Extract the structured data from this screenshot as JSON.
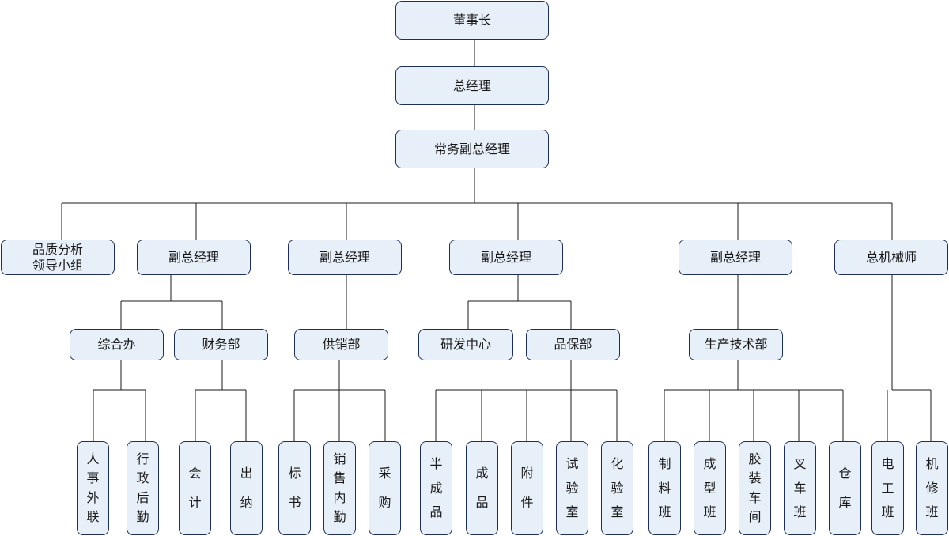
{
  "nodes": {
    "chairman": "董事长",
    "gm": "总经理",
    "exec_vgm": "常务副总经理",
    "quality_group": [
      "品质分析",
      "领导小组"
    ],
    "vgm1": "副总经理",
    "vgm2": "副总经理",
    "vgm3": "副总经理",
    "vgm4": "副总经理",
    "chief_mech": "总机械师",
    "general_office": "综合办",
    "finance": "财务部",
    "supply_sales": "供销部",
    "rnd": "研发中心",
    "quality_assurance": "品保部",
    "production_tech": "生产技术部",
    "hr_external": [
      "人",
      "事",
      "外",
      "联"
    ],
    "admin_logistics": [
      "行",
      "政",
      "后",
      "勤"
    ],
    "accounting": [
      "会",
      "计"
    ],
    "cashier": [
      "出",
      "纳"
    ],
    "bidding": [
      "标",
      "书"
    ],
    "sales_internal": [
      "销",
      "售",
      "内",
      "勤"
    ],
    "purchasing": [
      "采",
      "购"
    ],
    "semi_finished": [
      "半",
      "成",
      "品"
    ],
    "finished": [
      "成",
      "品"
    ],
    "accessories": [
      "附",
      "件"
    ],
    "test_lab": [
      "试",
      "验",
      "室"
    ],
    "chem_lab": [
      "化",
      "验",
      "室"
    ],
    "material_team": [
      "制",
      "料",
      "班"
    ],
    "forming_team": [
      "成",
      "型",
      "班"
    ],
    "glue_workshop": [
      "胶",
      "装",
      "车",
      "间"
    ],
    "forklift_team": [
      "叉",
      "车",
      "班"
    ],
    "warehouse": [
      "仓",
      "库"
    ],
    "electrician_team": [
      "电",
      "工",
      "班"
    ],
    "repair_team": [
      "机",
      "修",
      "班"
    ]
  }
}
